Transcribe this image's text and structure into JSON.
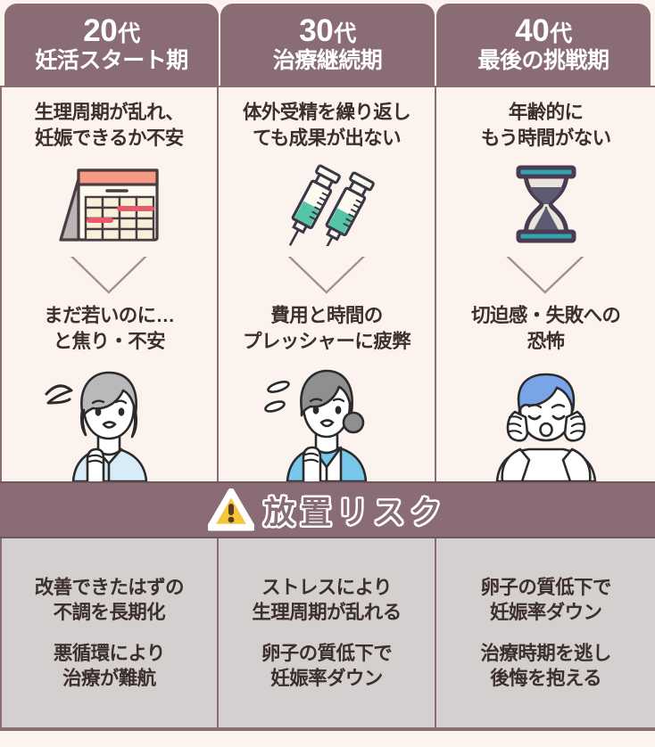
{
  "theme": {
    "header_bg": "#8a6d74",
    "header_text": "#ffffff",
    "body_bg": "#fdf3ee",
    "risk_bg": "#d4d0d0",
    "body_text": "#3c2f2c",
    "border": "#8a6d74",
    "warning_yellow": "#f5c63c"
  },
  "columns": [
    {
      "header": {
        "age": "20",
        "age_suffix": "代",
        "subtitle": "妊活スタート期"
      },
      "problem": {
        "text": "生理周期が乱れ、\n妊娠できるか不安",
        "icon": "calendar-icon"
      },
      "reaction": {
        "text": "まだ若いのに…\nと焦り・不安",
        "illustration": "worried-woman-hand-on-chin-illustration"
      },
      "risks": [
        "改善できたはずの\n不調を長期化",
        "悪循環により\n治療が難航"
      ]
    },
    {
      "header": {
        "age": "30",
        "age_suffix": "代",
        "subtitle": "治療継続期"
      },
      "problem": {
        "text": "体外受精を繰り返し\nても成果が出ない",
        "icon": "syringes-icon"
      },
      "reaction": {
        "text": "費用と時間の\nプレッシャーに疲弊",
        "illustration": "stressed-woman-sweatdrops-illustration"
      },
      "risks": [
        "ストレスにより\n生理周期が乱れる",
        "卵子の質低下で\n妊娠率ダウン"
      ]
    },
    {
      "header": {
        "age": "40",
        "age_suffix": "代",
        "subtitle": "最後の挑戦期"
      },
      "problem": {
        "text": "年齢的に\nもう時間がない",
        "icon": "hourglass-icon"
      },
      "reaction": {
        "text": "切迫感・失敗への\n恐怖",
        "illustration": "distressed-person-holding-head-illustration"
      },
      "risks": [
        "卵子の質低下で\n妊娠率ダウン",
        "治療時期を逃し\n後悔を抱える"
      ]
    }
  ],
  "risk_banner": {
    "icon": "warning-triangle-icon",
    "title": "放置リスク"
  }
}
